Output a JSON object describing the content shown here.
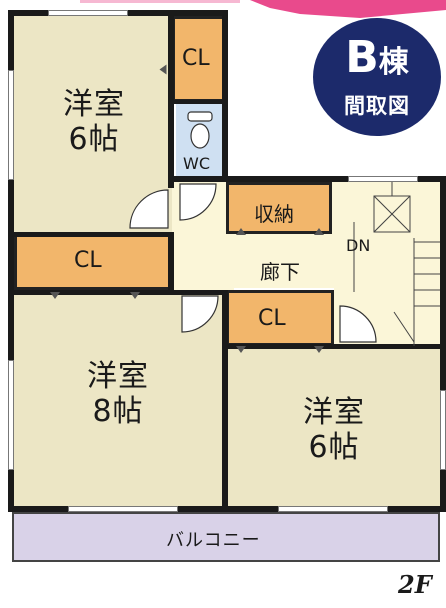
{
  "badge": {
    "building": "B",
    "building_suffix": "棟",
    "title": "間取図"
  },
  "rooms": {
    "room_nw": {
      "name": "洋室",
      "size": "6帖"
    },
    "room_sw": {
      "name": "洋室",
      "size": "8帖"
    },
    "room_se": {
      "name": "洋室",
      "size": "6帖"
    }
  },
  "closets": {
    "top": "CL",
    "west": "CL",
    "middle": "CL"
  },
  "storage": "収納",
  "toilet": "WC",
  "hallway": "廊下",
  "stairs_label": "DN",
  "balcony": "バルコニー",
  "floor": "2F",
  "colors": {
    "room_fill": "#ece6c5",
    "closet_fill": "#f2b66b",
    "hall_fill": "#fbf6d8",
    "balcony_fill": "#d9d2e8",
    "toilet_fill": "#cfe0f2",
    "wall": "#1a1a1a",
    "badge_fill": "#1c2a6b",
    "pink_banner": "#e94a8c"
  }
}
